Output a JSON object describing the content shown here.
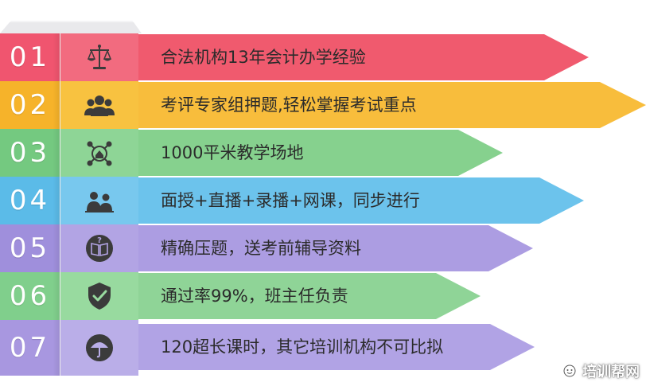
{
  "rows": [
    {
      "number": "01",
      "icon": "scales-icon",
      "text": "合法机构13年会计办学经验",
      "num_color": "#f0556f",
      "icon_bg": "#f26b7f",
      "arrow_color": "#f05a6e"
    },
    {
      "number": "02",
      "icon": "group-icon",
      "text": "考评专家组押题,轻松掌握考试重点",
      "num_color": "#f6b32a",
      "icon_bg": "#f8c240",
      "arrow_color": "#f8bd3c"
    },
    {
      "number": "03",
      "icon": "network-home-icon",
      "text": "1000平米教学场地",
      "num_color": "#74c980",
      "icon_bg": "#8ed596",
      "arrow_color": "#86d18e"
    },
    {
      "number": "04",
      "icon": "people-icon",
      "text": "面授+直播+录播+网课，同步进行",
      "num_color": "#5bbbe8",
      "icon_bg": "#78c8ee",
      "arrow_color": "#6cc3ec"
    },
    {
      "number": "05",
      "icon": "question-book-icon",
      "text": "精确压题，送考前辅导资料",
      "num_color": "#9f8fdc",
      "icon_bg": "#b2a4e4",
      "arrow_color": "#ac9de2"
    },
    {
      "number": "06",
      "icon": "shield-check-icon",
      "text": "通过率99%，班主任负责",
      "num_color": "#80cf8c",
      "icon_bg": "#98da9f",
      "arrow_color": "#8fd497"
    },
    {
      "number": "07",
      "icon": "umbrella-icon",
      "text": "120超长课时，其它培训机构不可比拟",
      "num_color": "#a897e0",
      "icon_bg": "#baaee8",
      "arrow_color": "#b1a3e5"
    }
  ],
  "watermark": {
    "text": "培训帮网",
    "icon": "sun-face-icon"
  }
}
